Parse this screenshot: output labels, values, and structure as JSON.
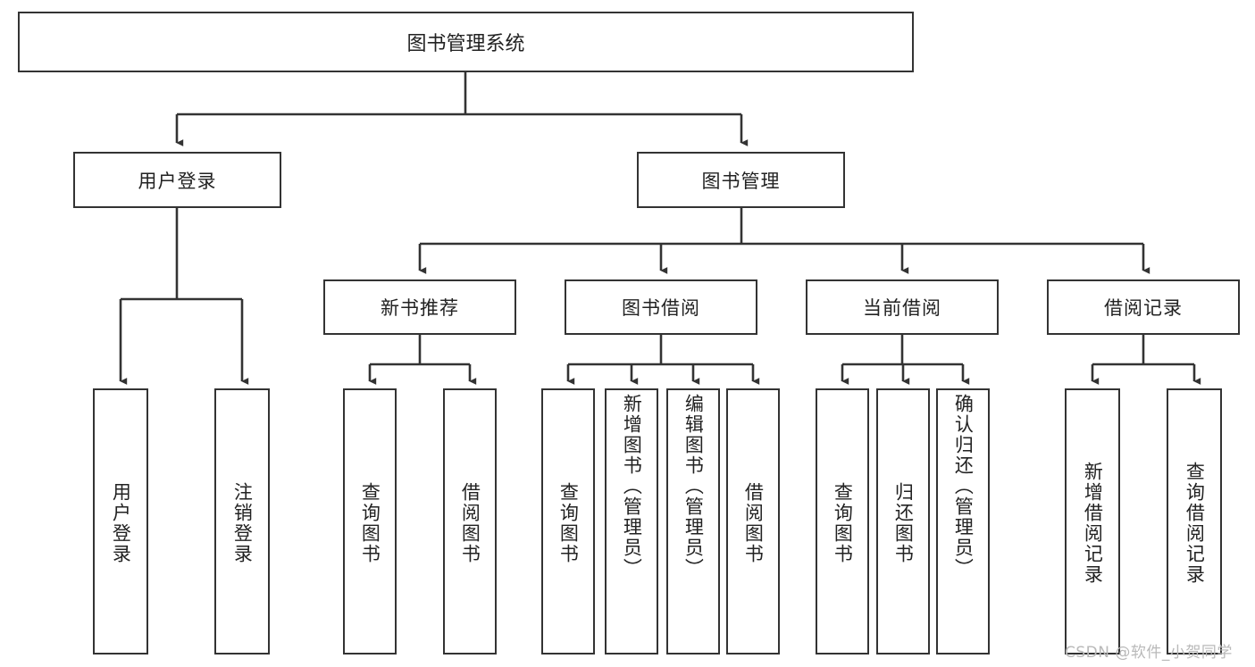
{
  "diagram": {
    "title": "图书管理系统",
    "type": "tree-hierarchy-chart",
    "orientation": "top-down",
    "colors": {
      "box_border": "#333333",
      "box_fill": "#ffffff",
      "connector": "#333333",
      "text": "#222222",
      "watermark": "#b9b9b9",
      "background": "#ffffff"
    }
  },
  "root": {
    "label": "图书管理系统"
  },
  "level2": [
    {
      "label": "用户登录"
    },
    {
      "label": "图书管理"
    }
  ],
  "level3": [
    {
      "label": "新书推荐"
    },
    {
      "label": "图书借阅"
    },
    {
      "label": "当前借阅"
    },
    {
      "label": "借阅记录"
    }
  ],
  "leaves": {
    "user_login": [
      {
        "label": "用户登录"
      },
      {
        "label": "注销登录"
      }
    ],
    "new_book_recommend": [
      {
        "label": "查询图书"
      },
      {
        "label": "借阅图书"
      }
    ],
    "book_borrow": [
      {
        "label": "查询图书"
      },
      {
        "label": "新增图书（管理员）"
      },
      {
        "label": "编辑图书（管理员）"
      },
      {
        "label": "借阅图书"
      }
    ],
    "current_borrow": [
      {
        "label": "查询图书"
      },
      {
        "label": "归还图书"
      },
      {
        "label": "确认归还（管理员）"
      }
    ],
    "borrow_record": [
      {
        "label": "新增借阅记录"
      },
      {
        "label": "查询借阅记录"
      }
    ]
  },
  "watermark": {
    "text": "CSDN @软件_小贺同学"
  }
}
